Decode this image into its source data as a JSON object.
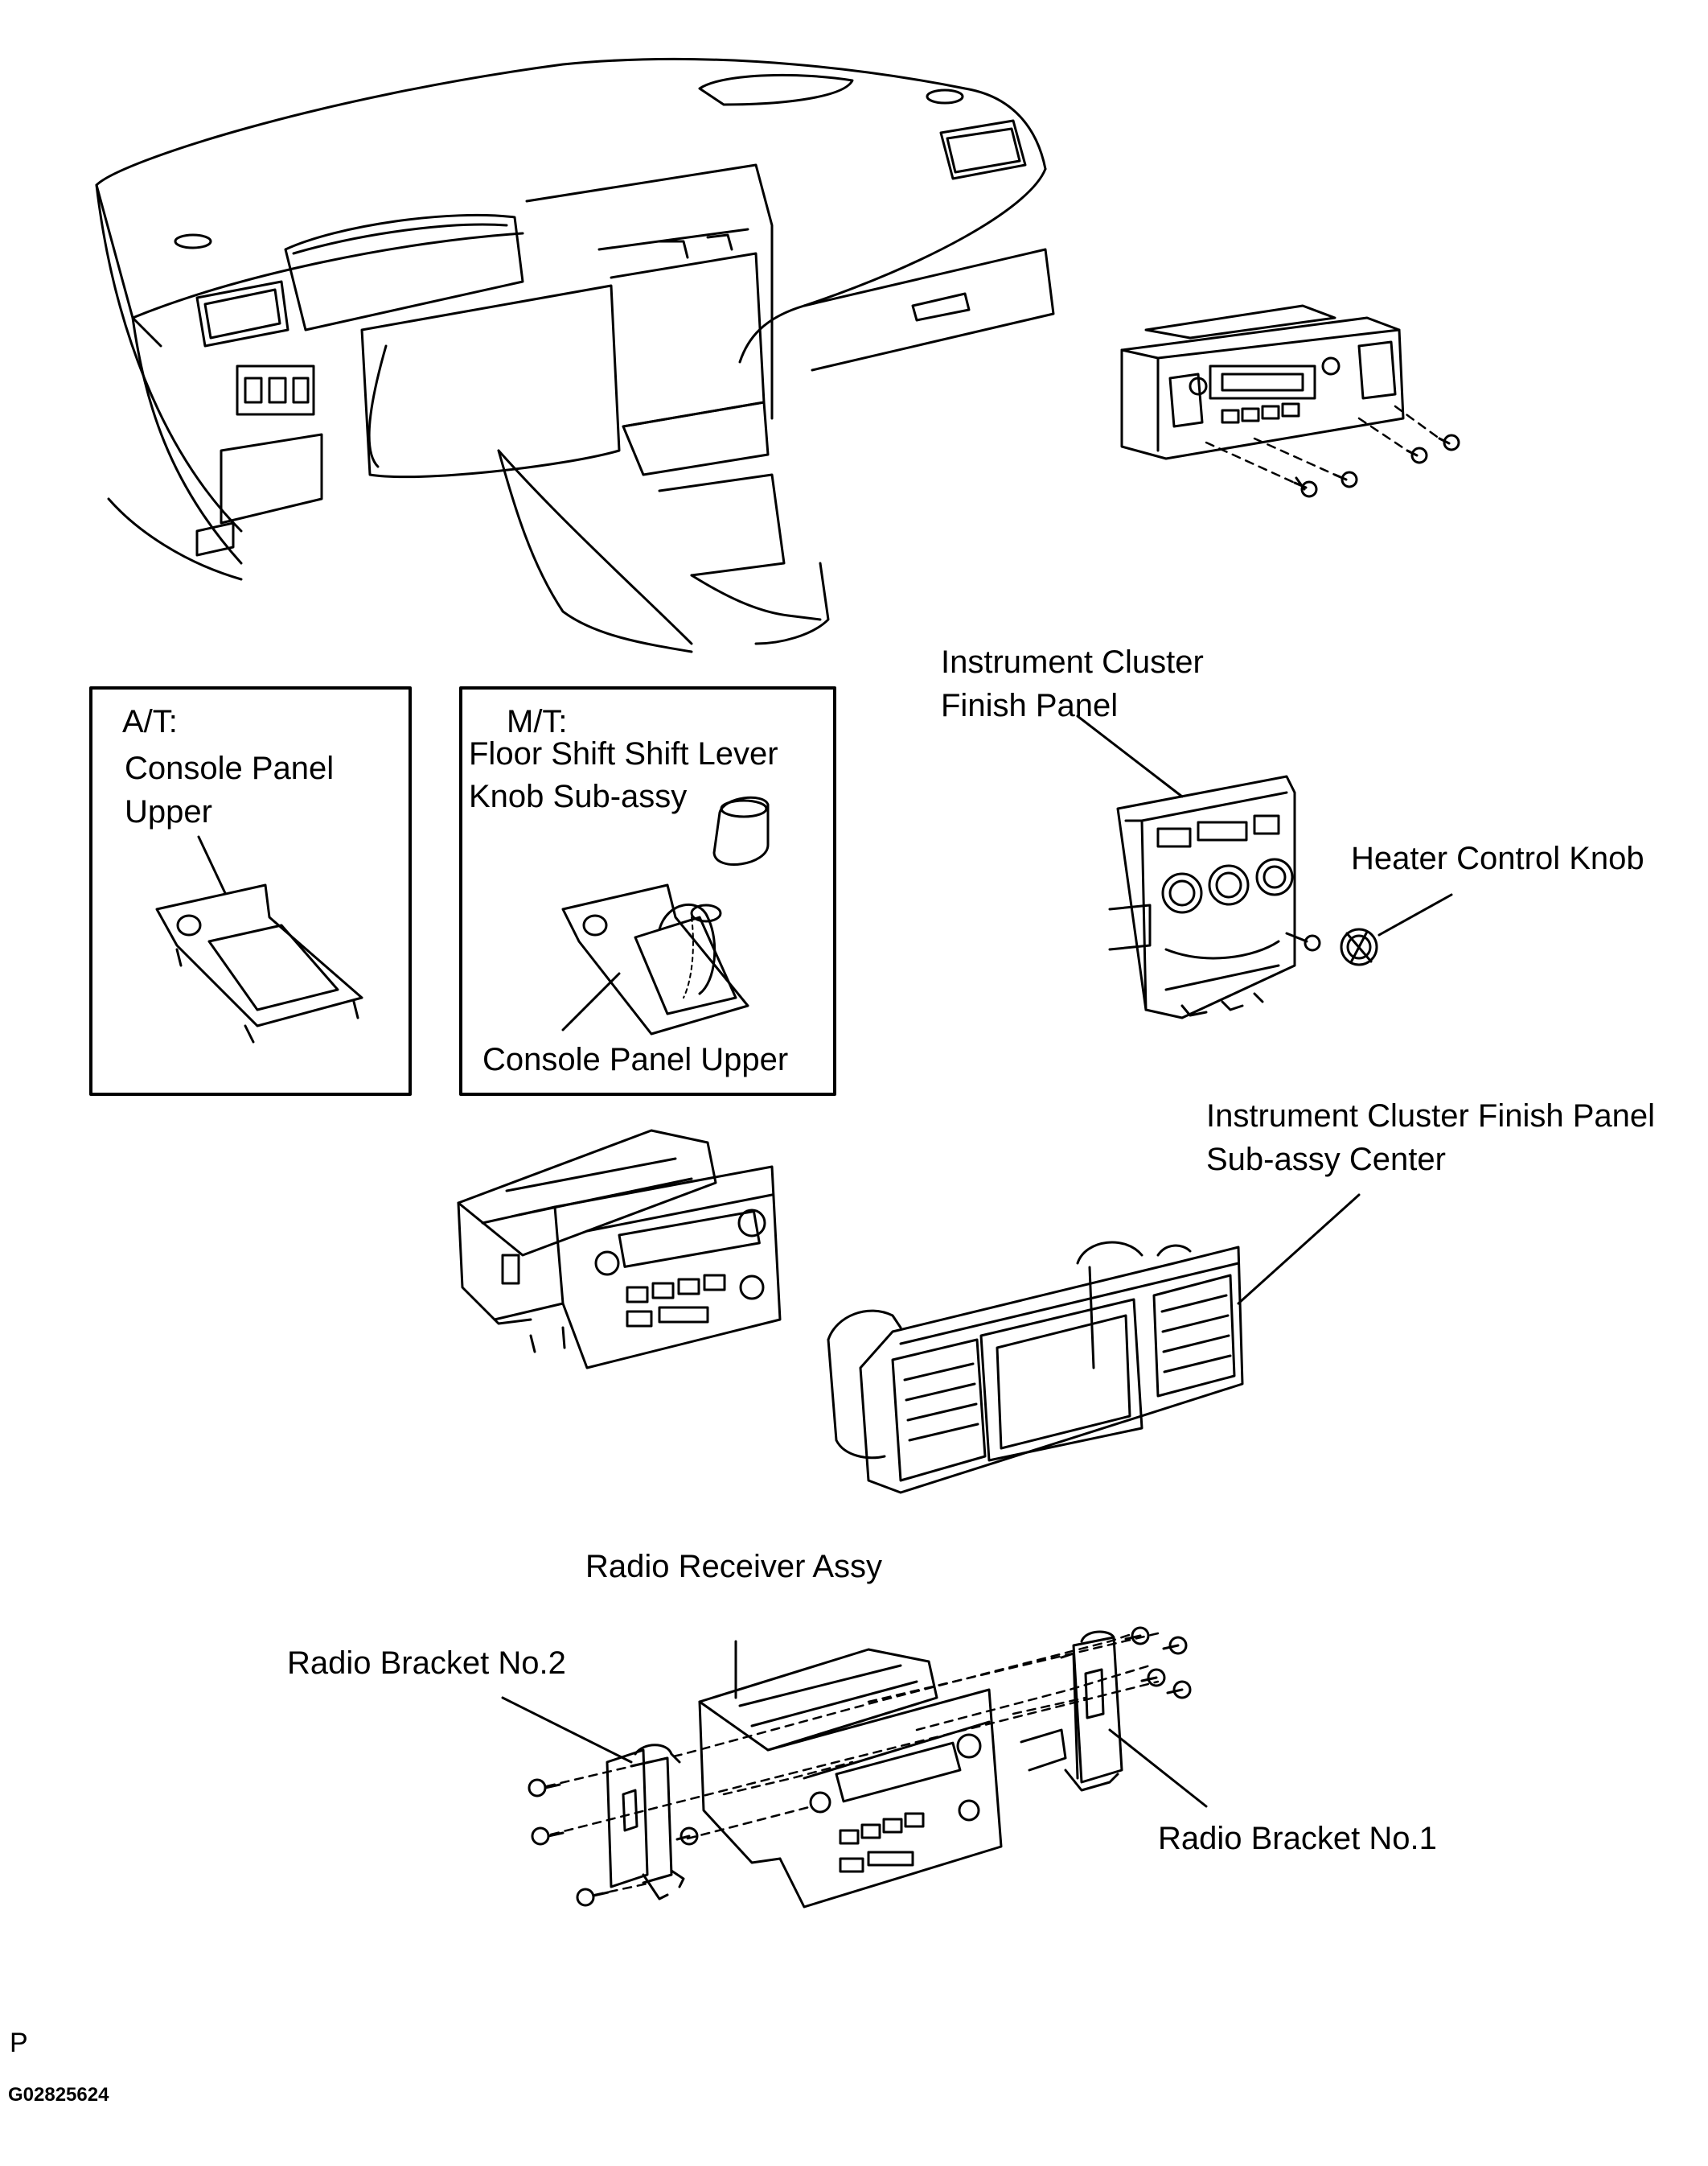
{
  "labels": {
    "at_title": "A/T:",
    "at_part_1": "Console Panel",
    "at_part_2": "Upper",
    "mt_title": "M/T:",
    "mt_knob_1": "Floor Shift Shift Lever",
    "mt_knob_2": "Knob  Sub-assy",
    "mt_console": "Console Panel Upper",
    "icfp_1": "Instrument Cluster",
    "icfp_2": "Finish Panel",
    "heater_knob": "Heater Control Knob",
    "icfp_center_1": "Instrument Cluster Finish Panel",
    "icfp_center_2": "Sub-assy  Center",
    "radio_receiver": "Radio Receiver Assy",
    "radio_bracket_2": "Radio Bracket No.2",
    "radio_bracket_1": "Radio Bracket No.1"
  },
  "footer": {
    "p_mark": "P",
    "figure_code": "G02825624"
  }
}
